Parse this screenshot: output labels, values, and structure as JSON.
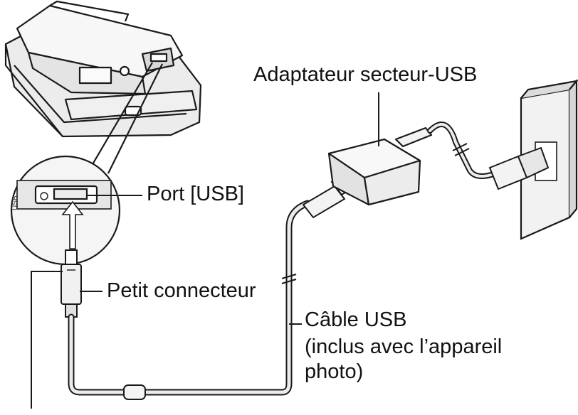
{
  "labels": {
    "adapter": "Adaptateur secteur-USB",
    "port": "Port [USB]",
    "small_connector": "Petit connecteur",
    "cable": "Câble USB",
    "cable_note": "(inclus avec l’appareil\nphoto)"
  },
  "colors": {
    "line": "#1a1a1a",
    "cable_fill": "#e9e9e9",
    "device_fill": "#f4f4f4",
    "device_shade": "#cfcfcf"
  }
}
